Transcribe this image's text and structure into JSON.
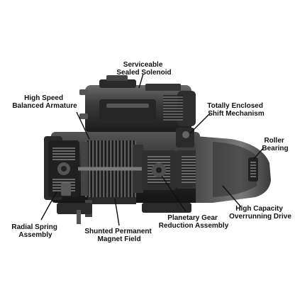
{
  "labels": {
    "solenoid": [
      "Serviceable",
      "Sealed Solenoid"
    ],
    "armature": [
      "High Speed",
      "Balanced Armature"
    ],
    "shift": [
      "Totally Enclosed",
      "Shift Mechanism"
    ],
    "roller": [
      "Roller",
      "Bearing"
    ],
    "overrunning": [
      "High Capacity",
      "Overrunning Drive"
    ],
    "planetary": [
      "Planetary Gear",
      "Reduction Assembly"
    ],
    "magnet": [
      "Shunted Permanent",
      "Magnet Field"
    ],
    "spring": [
      "Radial Spring",
      "Assembly"
    ]
  },
  "colors": {
    "body_dark": "#1e1e1e",
    "body_mid": "#3a3a3a",
    "body_light": "#6a6a6a",
    "highlight": "#9a9a9a",
    "leader": "#111111"
  }
}
